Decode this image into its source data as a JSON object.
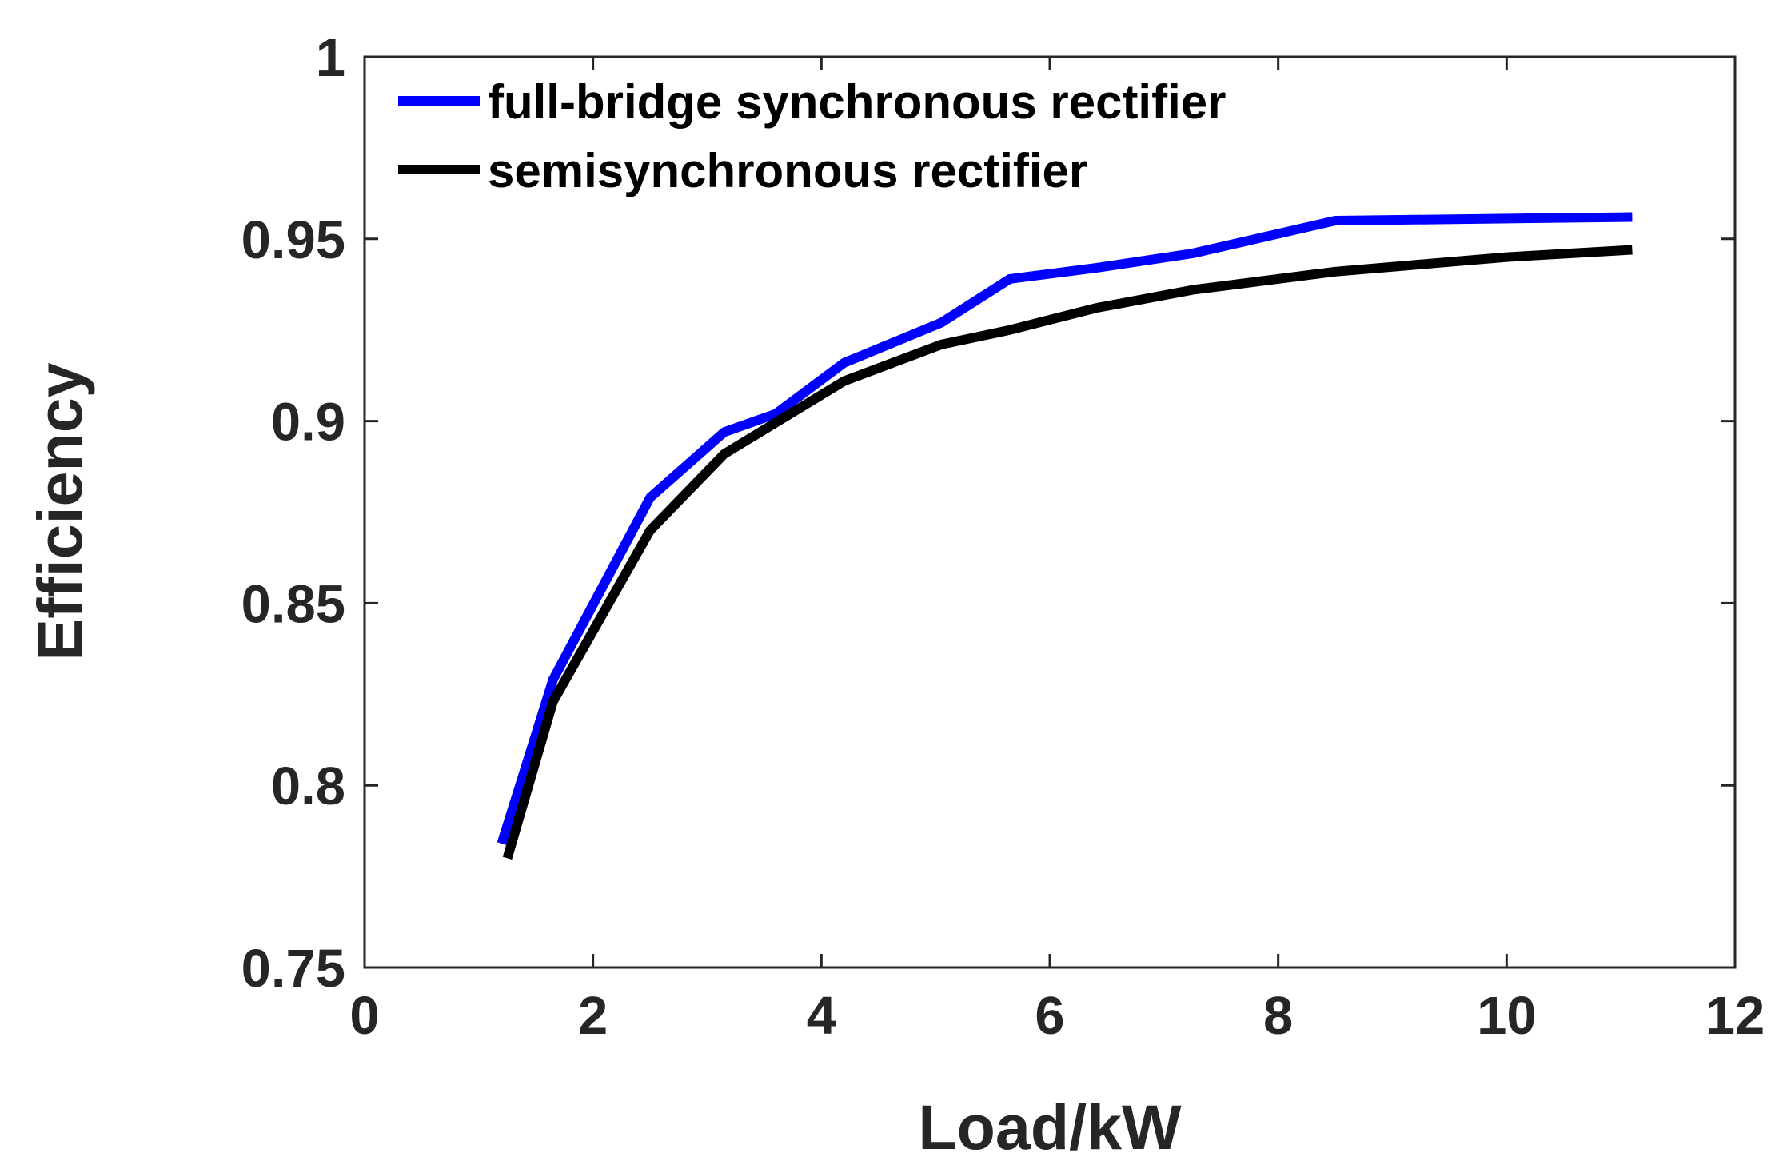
{
  "chart_data": {
    "type": "line",
    "title": "",
    "xlabel": "Load/kW",
    "ylabel": "Efficiency",
    "xlim": [
      0,
      12
    ],
    "ylim": [
      0.75,
      1
    ],
    "xticks": [
      0,
      2,
      4,
      6,
      8,
      10,
      12
    ],
    "yticks": [
      0.75,
      0.8,
      0.85,
      0.9,
      0.95,
      1
    ],
    "xtick_labels": [
      "0",
      "2",
      "4",
      "6",
      "8",
      "10",
      "12"
    ],
    "ytick_labels": [
      "0.75",
      "0.8",
      "0.85",
      "0.9",
      "0.95",
      "1"
    ],
    "grid": false,
    "legend_position": "top-left",
    "series": [
      {
        "name": "full-bridge synchronous rectifier",
        "color": "#0000ff",
        "x": [
          1.2,
          1.65,
          2.5,
          3.15,
          3.6,
          4.2,
          5.05,
          5.65,
          6.4,
          7.25,
          8.5,
          11.1
        ],
        "y": [
          0.784,
          0.829,
          0.879,
          0.897,
          0.902,
          0.916,
          0.927,
          0.939,
          0.942,
          0.946,
          0.955,
          0.956
        ]
      },
      {
        "name": "semisynchronous rectifier",
        "color": "#000000",
        "x": [
          1.25,
          1.65,
          2.5,
          3.15,
          4.2,
          5.05,
          5.65,
          6.4,
          7.25,
          8.5,
          10.0,
          11.1
        ],
        "y": [
          0.78,
          0.823,
          0.87,
          0.891,
          0.911,
          0.921,
          0.925,
          0.931,
          0.936,
          0.941,
          0.945,
          0.947
        ]
      }
    ]
  }
}
